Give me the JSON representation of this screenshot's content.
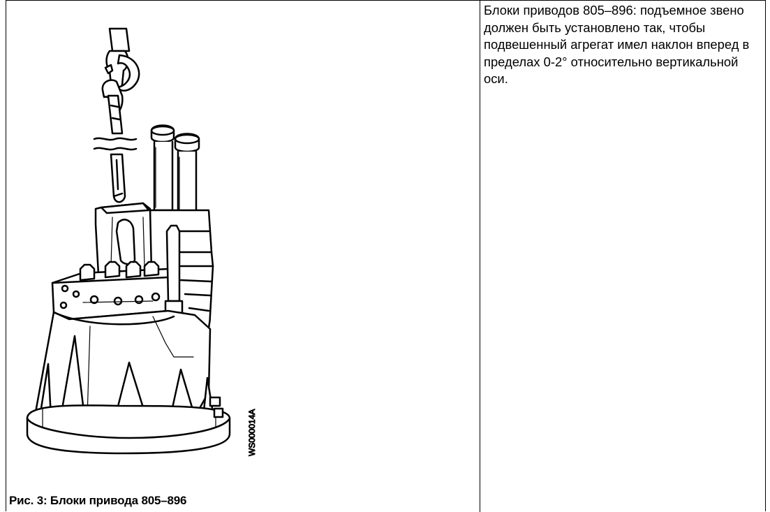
{
  "figure": {
    "code": "WS000014A",
    "caption": "Рис. 3: Блоки привода 805–896"
  },
  "description": {
    "text": "Блоки приводов 805–896: подъемное звено должен быть установлено так, чтобы подвешенный агрегат имел наклон вперед в пределах 0-2° относительно вертикальной оси."
  }
}
